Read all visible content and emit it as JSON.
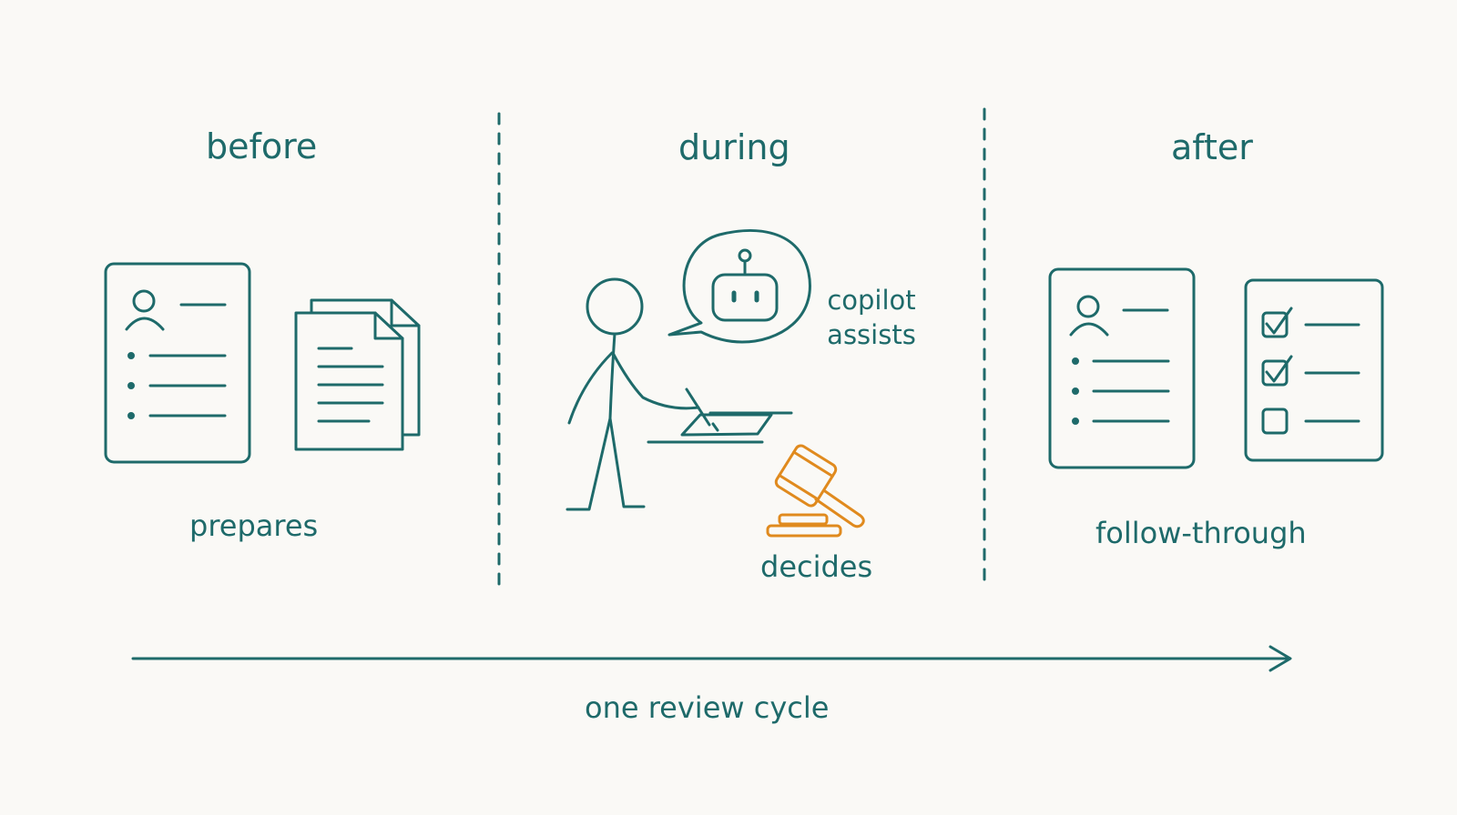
{
  "colors": {
    "teal": "#1e6a6a",
    "orange": "#e08a1e",
    "background": "#faf9f6"
  },
  "phases": {
    "before": {
      "title": "before",
      "caption": "prepares",
      "icons": [
        "profile-document-icon",
        "stacked-documents-icon"
      ]
    },
    "during": {
      "title": "during",
      "copilot_note": "copilot assists",
      "decision_caption": "decides",
      "icons": [
        "stick-figure-icon",
        "robot-speech-bubble-icon",
        "writing-pen-icon",
        "gavel-icon"
      ]
    },
    "after": {
      "title": "after",
      "caption": "follow-through",
      "checklist": [
        {
          "checked": true
        },
        {
          "checked": true
        },
        {
          "checked": false
        }
      ],
      "icons": [
        "profile-document-icon",
        "checklist-icon"
      ]
    }
  },
  "timeline": {
    "label": "one review cycle",
    "icon": "arrow-right-icon"
  }
}
